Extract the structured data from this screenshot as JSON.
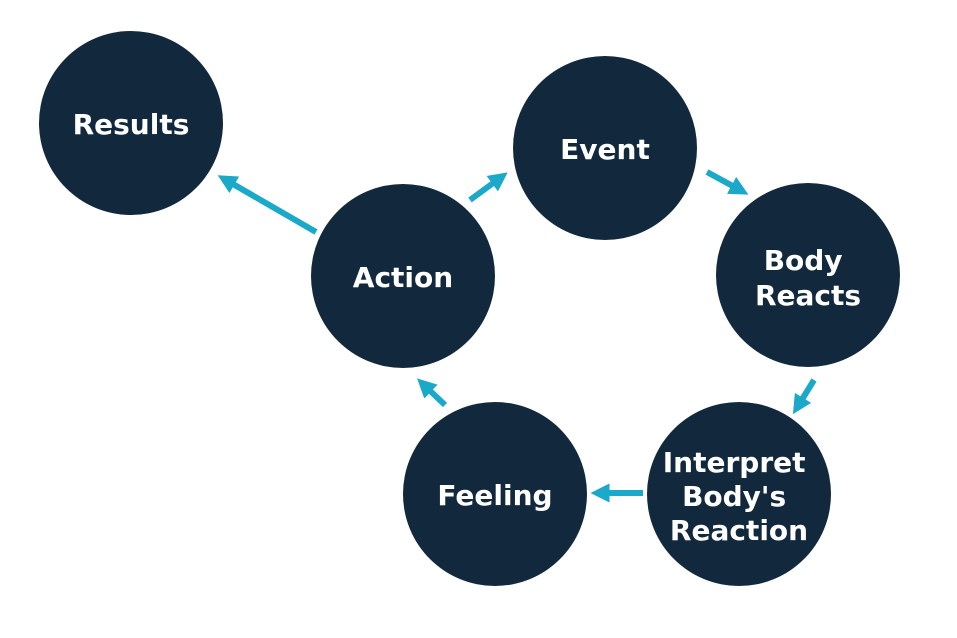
{
  "colors": {
    "node_fill": "#12293d",
    "arrow": "#1aa9c8",
    "label": "#ffffff",
    "background": "#ffffff"
  },
  "nodes": {
    "results": {
      "label": "Results"
    },
    "event": {
      "label": "Event"
    },
    "action": {
      "label": "Action"
    },
    "body_reacts": {
      "line1": "Body",
      "line2": "Reacts"
    },
    "feeling": {
      "label": "Feeling"
    },
    "interpret": {
      "line1": "Interpret",
      "line2": "Body's",
      "line3": "Reaction"
    }
  },
  "edges": [
    {
      "from": "action",
      "to": "results"
    },
    {
      "from": "action",
      "to": "event"
    },
    {
      "from": "event",
      "to": "body_reacts"
    },
    {
      "from": "body_reacts",
      "to": "interpret"
    },
    {
      "from": "interpret",
      "to": "feeling"
    },
    {
      "from": "feeling",
      "to": "action"
    }
  ]
}
